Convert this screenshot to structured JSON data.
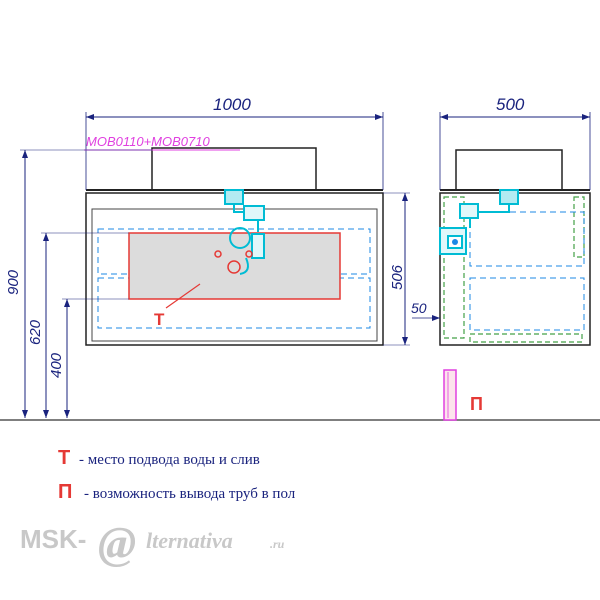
{
  "dimensions": {
    "front_width": "1000",
    "side_depth": "500",
    "total_height": "900",
    "height_620": "620",
    "height_400": "400",
    "height_506": "506",
    "offset_50": "50"
  },
  "model_label": "MOB0110+MOB0710",
  "markers": {
    "water_marker": "Т",
    "floor_marker": "П"
  },
  "legend": [
    {
      "letter": "Т",
      "text": "- место подвода воды и слив"
    },
    {
      "letter": "П",
      "text": "- возможность вывода труб в пол"
    }
  ],
  "watermark": {
    "prefix": "MSK-",
    "at": "@",
    "suffix": "lternativa",
    "tld": ".ru"
  },
  "colors": {
    "dimension": "#1a237e",
    "outline": "#222222",
    "model_label": "#e040e0",
    "marker": "#e53935",
    "drawer": "#1e88e5",
    "pipe": "#00bcd4",
    "side_frame": "#43a047",
    "floor_pipe": "#e040e0"
  }
}
